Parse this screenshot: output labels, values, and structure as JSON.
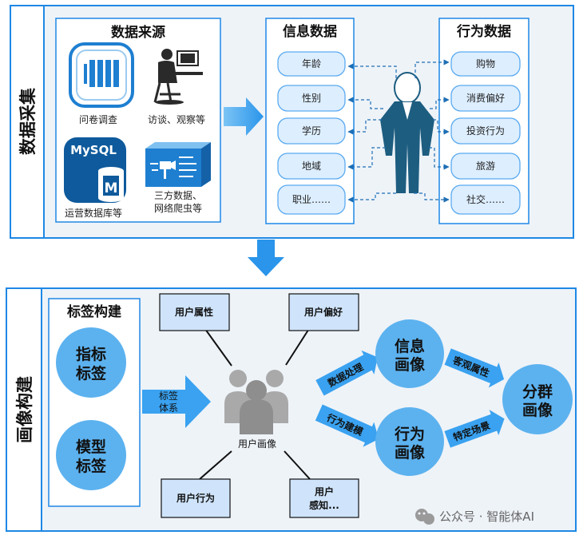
{
  "top": {
    "section_label": "数据采集",
    "sources": {
      "title": "数据来源",
      "items": [
        "问卷调查",
        "访谈、观察等",
        "运营数据库等",
        "三方数据、",
        "网络爬虫等"
      ],
      "mysql_text": "MySQL",
      "mysql_m": "M"
    },
    "info": {
      "title": "信息数据",
      "items": [
        "年龄",
        "性别",
        "学历",
        "地域",
        "职业……"
      ]
    },
    "behavior": {
      "title": "行为数据",
      "items": [
        "购物",
        "消费偏好",
        "投资行为",
        "旅游",
        "社交……"
      ]
    }
  },
  "bottom": {
    "section_label": "画像构建",
    "tags": {
      "title": "标签构建",
      "indicator": [
        "指标",
        "标签"
      ],
      "model": [
        "模型",
        "标签"
      ]
    },
    "tag_system": [
      "标签",
      "体系"
    ],
    "user_boxes": [
      "用户属性",
      "用户偏好",
      "用户行为",
      "用户",
      "感知..."
    ],
    "user_portrait": "用户画像",
    "info_portrait": [
      "信息",
      "画像"
    ],
    "behavior_portrait": [
      "行为",
      "画像"
    ],
    "cluster_portrait": [
      "分群",
      "画像"
    ],
    "arrows": [
      "数据处理",
      "行为建模",
      "客观属性",
      "特定场景"
    ]
  },
  "watermark": "公众号 · 智能体AI",
  "colors": {
    "border": "#1e88e5",
    "pill_fill": "#ddeeff",
    "pill_stroke": "#5aaaf0",
    "circle_fill": "#5cb2ef",
    "arrow_fill": "#3aa2f0",
    "person": "#1d5d80",
    "label_fill": "#cfe4fb"
  }
}
